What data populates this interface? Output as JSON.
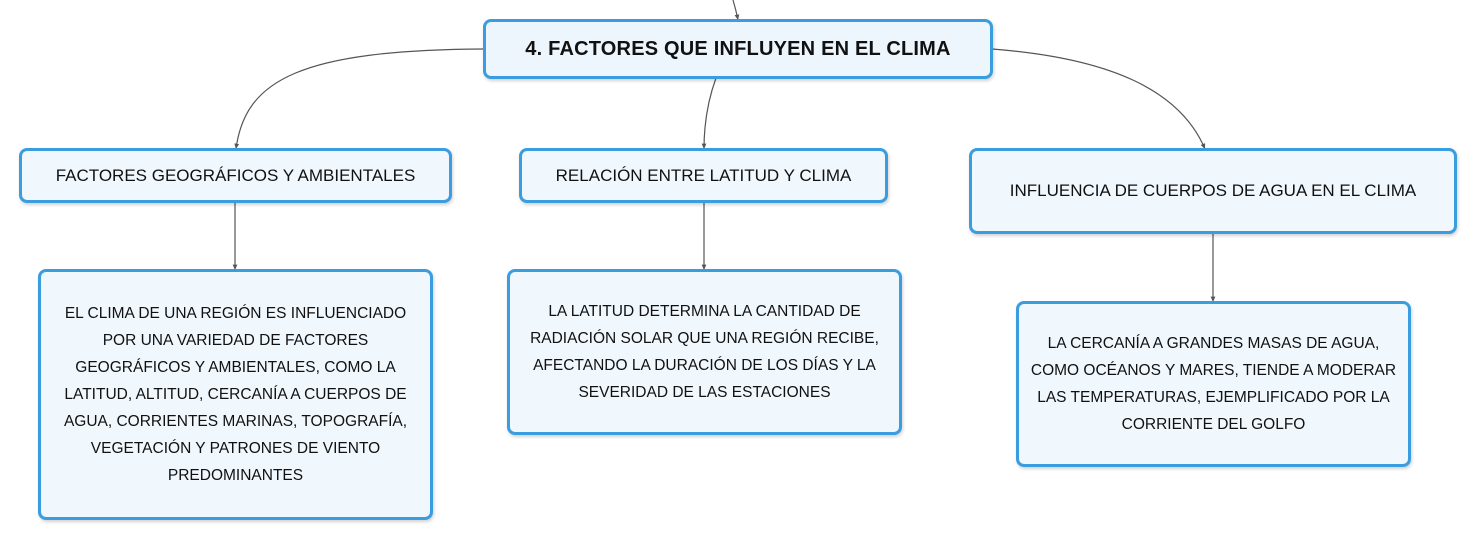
{
  "root": {
    "label": "4. FACTORES QUE INFLUYEN EN EL CLIMA"
  },
  "branches": [
    {
      "label": "FACTORES GEOGRÁFICOS Y AMBIENTALES",
      "detail": "EL CLIMA DE UNA REGIÓN ES INFLUENCIADO POR UNA VARIEDAD DE FACTORES GEOGRÁFICOS Y AMBIENTALES, COMO LA LATITUD, ALTITUD, CERCANÍA A CUERPOS DE AGUA, CORRIENTES MARINAS, TOPOGRAFÍA, VEGETACIÓN Y PATRONES DE VIENTO PREDOMINANTES"
    },
    {
      "label": "RELACIÓN ENTRE LATITUD Y CLIMA",
      "detail": "LA LATITUD DETERMINA LA CANTIDAD DE RADIACIÓN SOLAR QUE UNA REGIÓN RECIBE, AFECTANDO LA DURACIÓN DE LOS DÍAS Y LA SEVERIDAD DE LAS ESTACIONES"
    },
    {
      "label": "INFLUENCIA DE CUERPOS DE AGUA EN EL CLIMA",
      "detail": "LA CERCANÍA A GRANDES MASAS DE AGUA, COMO OCÉANOS Y MARES, TIENDE A MODERAR LAS TEMPERATURAS, EJEMPLIFICADO POR LA CORRIENTE DEL GOLFO"
    }
  ],
  "colors": {
    "border": "#3a9de0",
    "fill": "#f0f7fd",
    "connector": "#555555"
  }
}
